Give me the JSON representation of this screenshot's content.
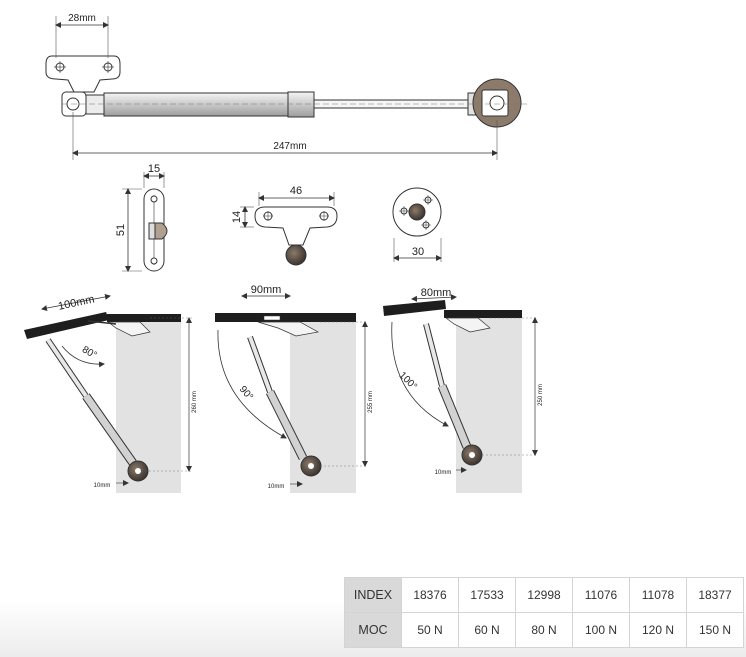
{
  "top_view": {
    "dim_bracket": "28mm",
    "dim_total": "247mm"
  },
  "detail_views": {
    "pivot_width": "15",
    "pivot_height": "51",
    "plate_width": "46",
    "plate_height": "14",
    "disc_width": "30"
  },
  "mount_views": [
    {
      "offset": "100mm",
      "angle": "80°",
      "height": "260 mm",
      "bottom": "10mm"
    },
    {
      "offset": "90mm",
      "angle": "90°",
      "height": "255 mm",
      "bottom": "10mm"
    },
    {
      "offset": "80mm",
      "angle": "100°",
      "height": "250 mm",
      "bottom": "10mm"
    }
  ],
  "spec_table": {
    "index_label": "INDEX",
    "force_label": "MOC",
    "index": [
      "18376",
      "17533",
      "12998",
      "11076",
      "11078",
      "18377"
    ],
    "force": [
      "50 N",
      "60 N",
      "80 N",
      "100 N",
      "120 N",
      "150 N"
    ]
  }
}
